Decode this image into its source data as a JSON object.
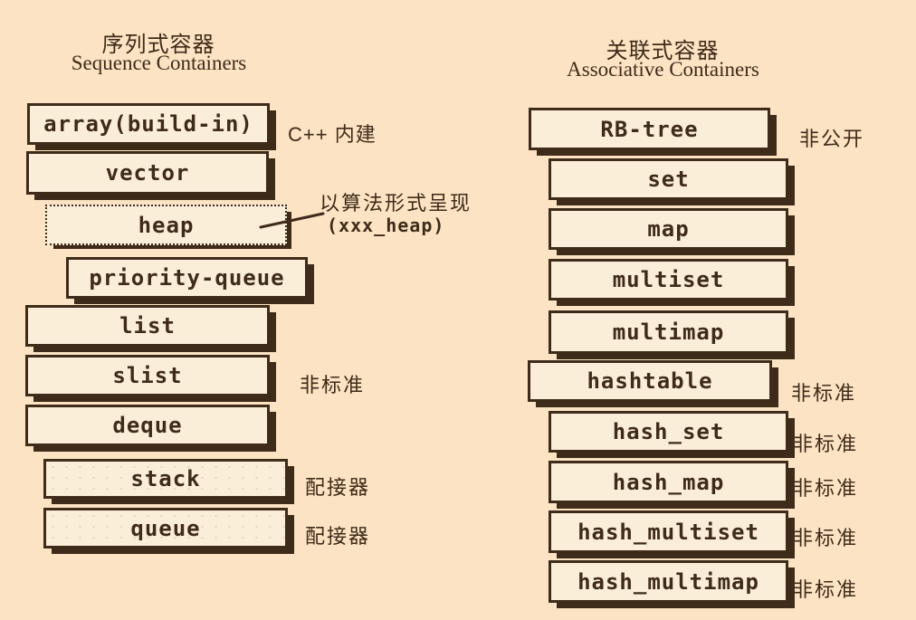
{
  "diagram": {
    "palette": {
      "background": "#fbe3c3",
      "box_fill": "#fbeed9",
      "ink": "#3e2b19"
    },
    "left": {
      "title_zh": "序列式容器",
      "title_en": "Sequence Containers",
      "boxes": [
        {
          "label": "array(build-in)",
          "note": "C++ 内建"
        },
        {
          "label": "vector",
          "note": ""
        },
        {
          "label": "heap",
          "note_line1": "以算法形式呈现",
          "note_line2": "(xxx_heap)"
        },
        {
          "label": "priority-queue",
          "note": ""
        },
        {
          "label": "list",
          "note": ""
        },
        {
          "label": "slist",
          "note": "非标准"
        },
        {
          "label": "deque",
          "note": ""
        },
        {
          "label": "stack",
          "note": "配接器"
        },
        {
          "label": "queue",
          "note": "配接器"
        }
      ]
    },
    "right": {
      "title_zh": "关联式容器",
      "title_en": "Associative Containers",
      "boxes": [
        {
          "label": "RB-tree",
          "note": "非公开"
        },
        {
          "label": "set",
          "note": ""
        },
        {
          "label": "map",
          "note": ""
        },
        {
          "label": "multiset",
          "note": ""
        },
        {
          "label": "multimap",
          "note": ""
        },
        {
          "label": "hashtable",
          "note": "非标准"
        },
        {
          "label": "hash_set",
          "note": "非标准"
        },
        {
          "label": "hash_map",
          "note": "非标准"
        },
        {
          "label": "hash_multiset",
          "note": "非标准"
        },
        {
          "label": "hash_multimap",
          "note": "非标准"
        }
      ]
    }
  }
}
